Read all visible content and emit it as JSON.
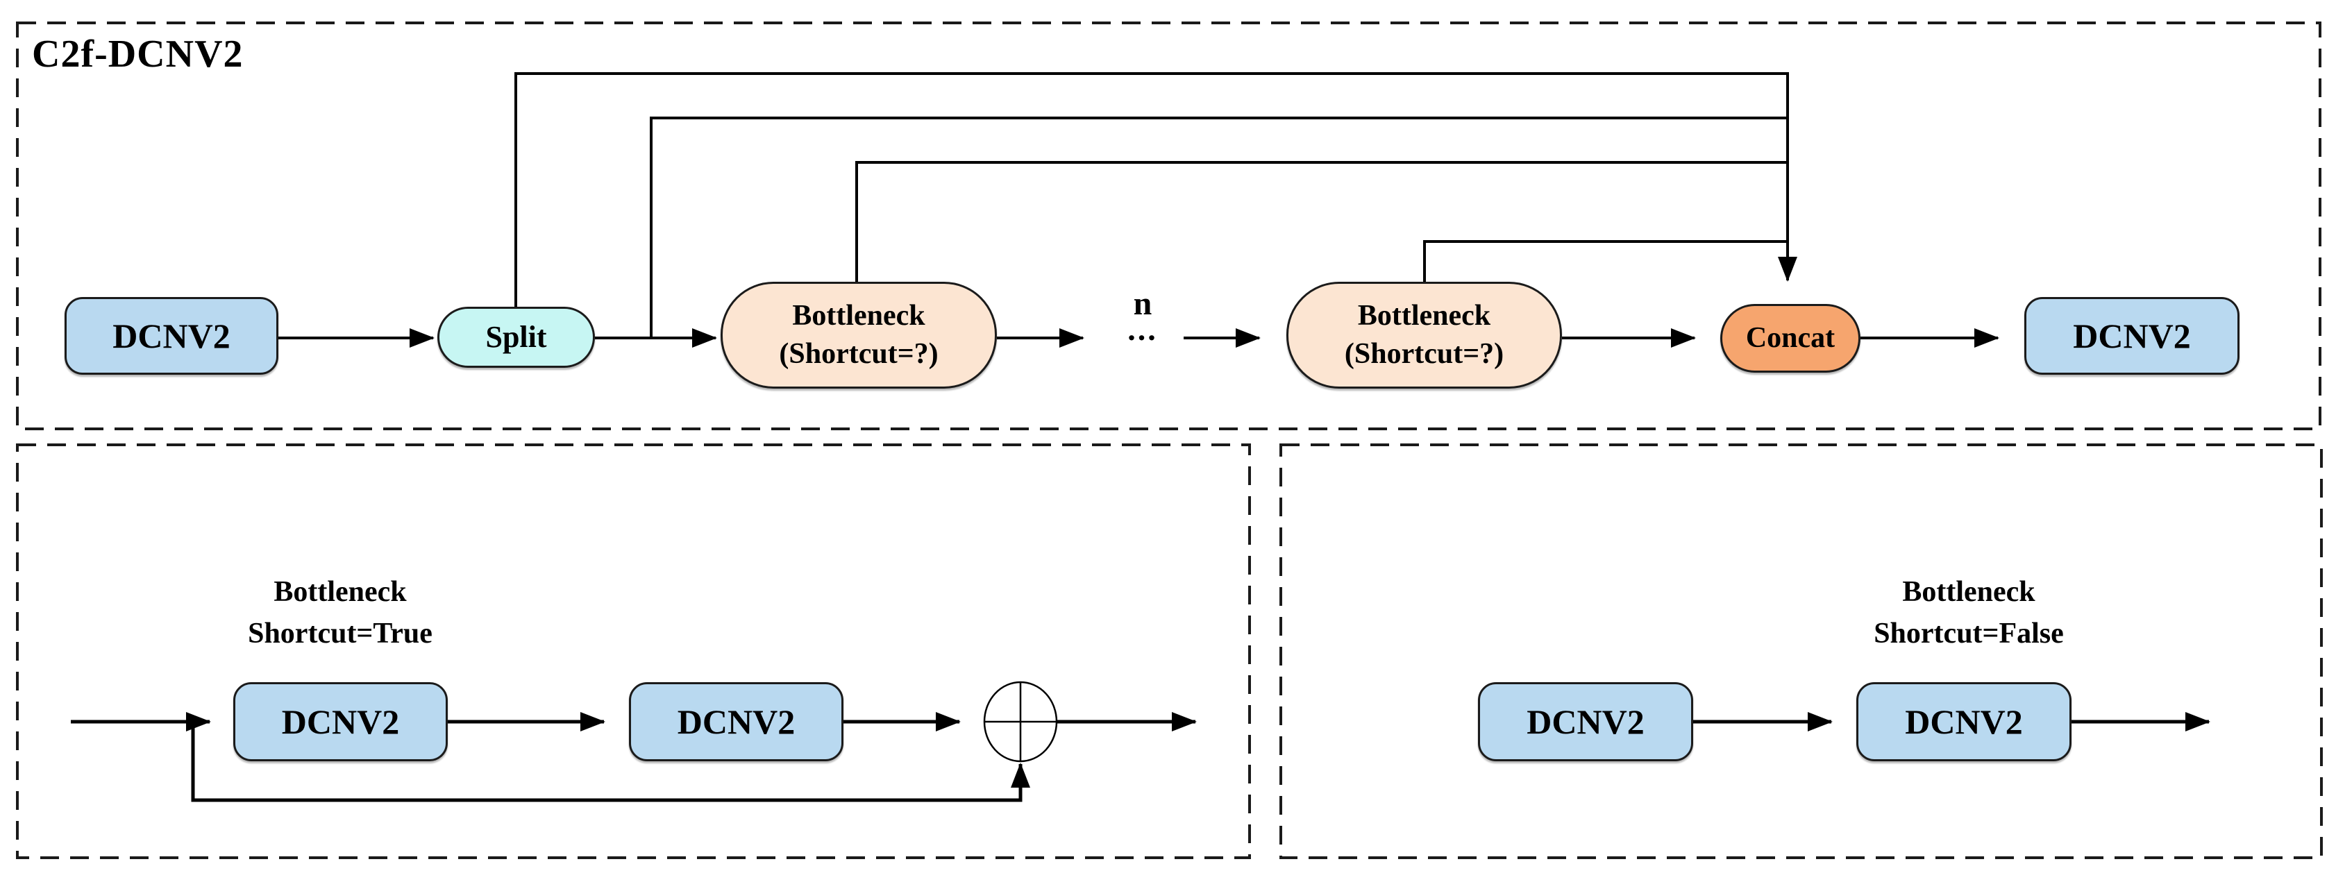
{
  "figure": {
    "title": "C2f-DCNV2"
  },
  "colors": {
    "background": "#ffffff",
    "dcnv2_fill": "#B9D9F0",
    "split_fill": "#C7F6F3",
    "bottleneck_fill": "#FCE5D2",
    "concat_fill": "#F6A56E",
    "line": "#000000",
    "node_border": "#1b1b1b",
    "panel_border": "#1a1a1a"
  },
  "icons": {
    "add_junction": "plus-circle-icon"
  },
  "top_row": {
    "dcnv2_in": "DCNV2",
    "split": "Split",
    "bottleneck_1_line1": "Bottleneck",
    "bottleneck_1_line2": "(Shortcut=?)",
    "repeat_n": "n",
    "repeat_dots": "...",
    "bottleneck_2_line1": "Bottleneck",
    "bottleneck_2_line2": "(Shortcut=?)",
    "concat": "Concat",
    "dcnv2_out": "DCNV2"
  },
  "bottleneck_true_panel": {
    "title_line1": "Bottleneck",
    "title_line2": "Shortcut=True",
    "dcnv2_1": "DCNV2",
    "dcnv2_2": "DCNV2"
  },
  "bottleneck_false_panel": {
    "title_line1": "Bottleneck",
    "title_line2": "Shortcut=False",
    "dcnv2_1": "DCNV2",
    "dcnv2_2": "DCNV2"
  }
}
